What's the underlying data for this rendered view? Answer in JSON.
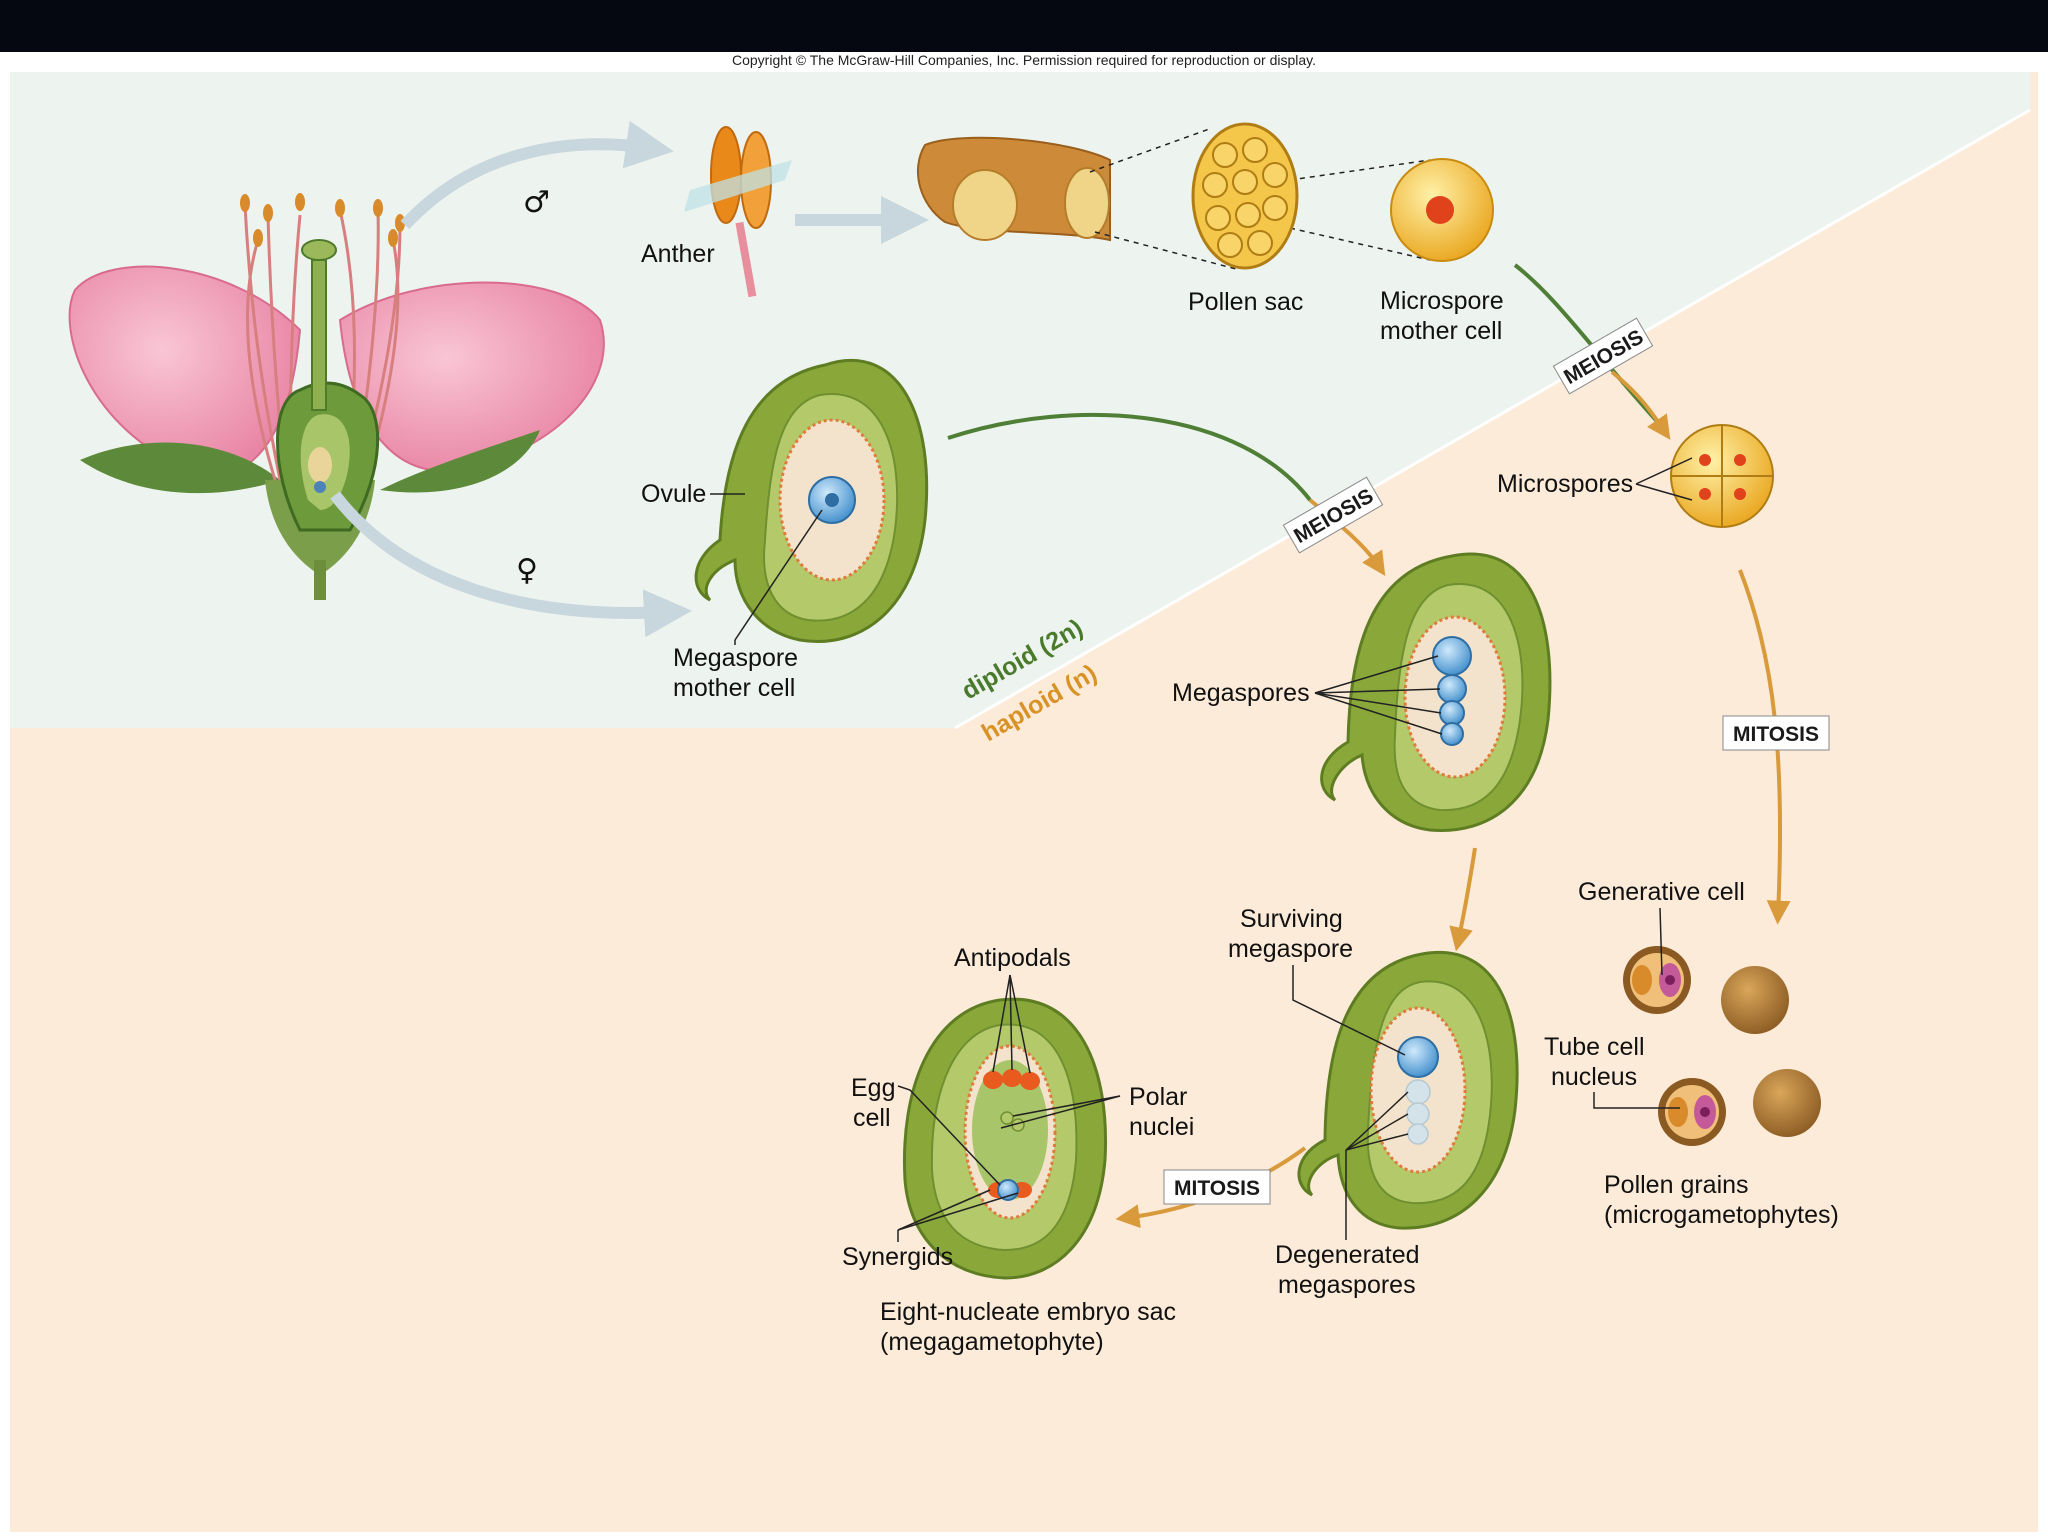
{
  "copyright": "Copyright © The McGraw-Hill Companies, Inc. Permission required for reproduction or display.",
  "symbols": {
    "male": "♂",
    "female": "♀"
  },
  "labels": {
    "anther": "Anther",
    "pollen_sac": "Pollen sac",
    "microspore_mother_cell": [
      "Microspore",
      "mother cell"
    ],
    "ovule": "Ovule",
    "megaspore_mother_cell": [
      "Megaspore",
      "mother cell"
    ],
    "microspores": "Microspores",
    "megaspores": "Megaspores",
    "generative_cell": "Generative cell",
    "tube_cell_nucleus": [
      "Tube cell",
      "nucleus"
    ],
    "pollen_grains": [
      "Pollen grains",
      "(microgametophytes)"
    ],
    "surviving_megaspore": [
      "Surviving",
      "megaspore"
    ],
    "degenerated_megaspores": [
      "Degenerated",
      "megaspores"
    ],
    "antipodals": "Antipodals",
    "egg_cell": [
      "Egg",
      "cell"
    ],
    "polar_nuclei": [
      "Polar",
      "nuclei"
    ],
    "synergids": "Synergids",
    "embryo_sac": [
      "Eight-nucleate embryo sac",
      "(megagametophyte)"
    ]
  },
  "stages": {
    "meiosis_male": "MEIOSIS",
    "meiosis_female": "MEIOSIS",
    "mitosis_male": "MITOSIS",
    "mitosis_female": "MITOSIS"
  },
  "ploidy": {
    "diploid": "diploid (2n)",
    "haploid": "haploid (n)"
  },
  "colors": {
    "diploid_bg": "#edf3ee",
    "haploid_bg": "#fcebd9",
    "diploid_text": "#4a7a2c",
    "haploid_text": "#d99226",
    "arrow_grey": "#c8d6de",
    "arrow_orange": "#d89a3a",
    "arrow_green": "#4f7f36",
    "petal": "#f29ab4",
    "ovule_green": "#8aa83a",
    "nucleus_blue": "#5ea5d6"
  }
}
